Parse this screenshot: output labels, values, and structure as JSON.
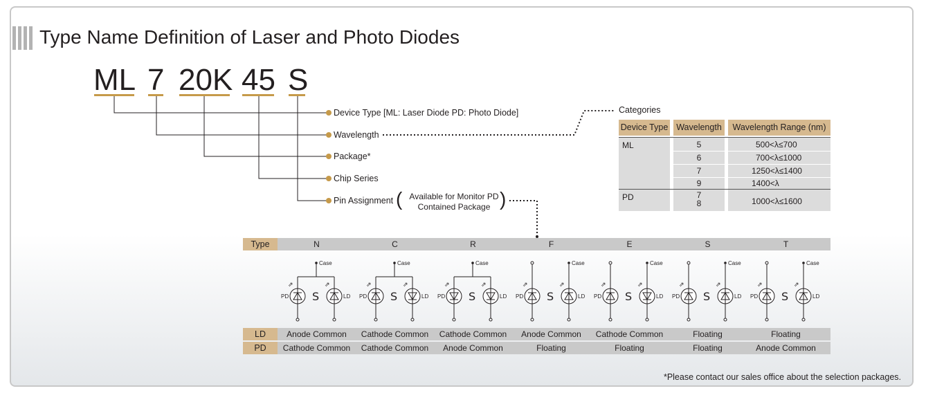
{
  "title": "Type Name Definition of Laser and Photo Diodes",
  "code_parts": [
    "ML",
    "7",
    "20K",
    "45",
    "S"
  ],
  "fields": [
    {
      "label": "Device Type [ML: Laser Diode PD: Photo Diode]"
    },
    {
      "label": "Wavelength"
    },
    {
      "label": "Package*"
    },
    {
      "label": "Chip Series"
    },
    {
      "label": "Pin Assignment"
    }
  ],
  "pin_note": [
    "Available for Monitor PD",
    "Contained Package"
  ],
  "categories": {
    "title": "Categories",
    "headers": [
      "Device Type",
      "Wavelength",
      "Wavelength Range (nm)"
    ],
    "ml": {
      "device": "ML",
      "rows": [
        {
          "wavelength": "5",
          "range": "500<λ≤700"
        },
        {
          "wavelength": "6",
          "range": "700<λ≤1000"
        },
        {
          "wavelength": "7",
          "range": "1250<λ≤1400"
        },
        {
          "wavelength": "9",
          "range": "1400<λ"
        }
      ]
    },
    "pd": {
      "device": "PD",
      "wavelength_a": "7",
      "wavelength_b": "8",
      "range": "1000<λ≤1600"
    }
  },
  "type_table": {
    "header_label": "Type",
    "ld_label": "LD",
    "pd_label": "PD",
    "types": [
      "N",
      "C",
      "R",
      "F",
      "E",
      "S",
      "T"
    ],
    "ld": [
      "Anode Common",
      "Cathode Common",
      "Cathode Common",
      "Anode Common",
      "Cathode Common",
      "Floating",
      "Floating"
    ],
    "pd": [
      "Cathode Common",
      "Cathode Common",
      "Anode Common",
      "Floating",
      "Floating",
      "Floating",
      "Anode Common"
    ]
  },
  "diagram_labels": {
    "case": "Case",
    "pd": "PD",
    "ld": "LD"
  },
  "footnote": "*Please contact our sales office about the selection packages.",
  "colors": {
    "accent": "#c69a4a",
    "header_tan": "#d6b98f",
    "row_gray": "#c9c9c9",
    "body_gray": "#dcdcdc"
  }
}
